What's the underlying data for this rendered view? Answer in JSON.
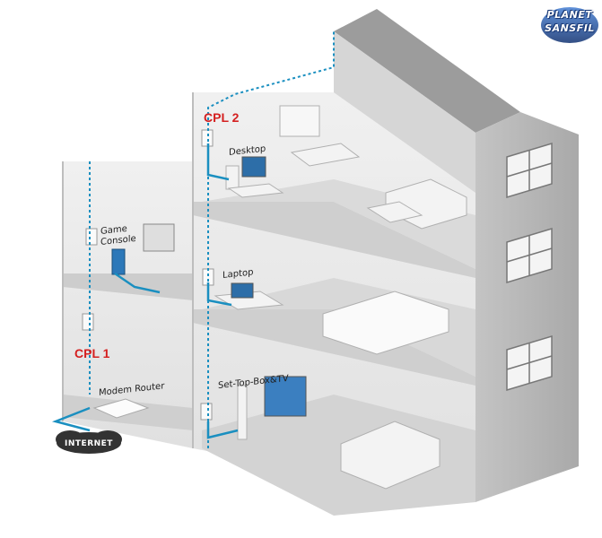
{
  "labels": {
    "desktop": "Desktop",
    "game_console": [
      "Game",
      "Console"
    ],
    "laptop": "Laptop",
    "set_top_box": "Set-Top-Box&TV",
    "modem_router": "Modem Router"
  },
  "adapters": {
    "cpl1": "CPL 1",
    "cpl2": "CPL 2"
  },
  "internet_cloud": "INTERNET",
  "logo": [
    "PLANET",
    "SANSFIL"
  ],
  "colors": {
    "wire": "#1a8fc0",
    "cpl_label": "#d42020",
    "wall_light": "#e8e8e8",
    "wall_mid": "#cfcfcf",
    "wall_dark": "#b8b8b8",
    "internet_cloud": "#333333"
  }
}
